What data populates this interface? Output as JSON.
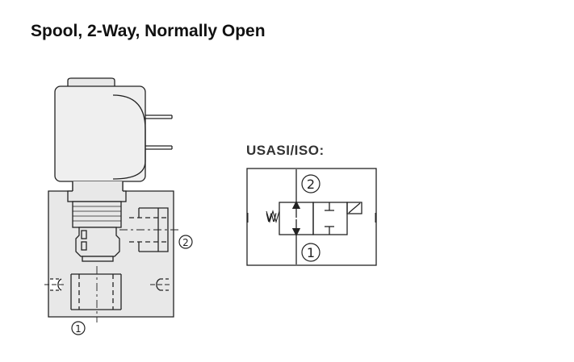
{
  "title": "Spool, 2-Way, Normally Open",
  "symbol": {
    "label": "USASI/ISO:",
    "port_top": "2",
    "port_bottom": "1",
    "spring_label": "W"
  },
  "cutaway": {
    "port_side": "2",
    "port_bottom": "1"
  },
  "colors": {
    "stroke": "#222222",
    "fill": "#e8e8e8",
    "coil_fill": "#efefef"
  }
}
